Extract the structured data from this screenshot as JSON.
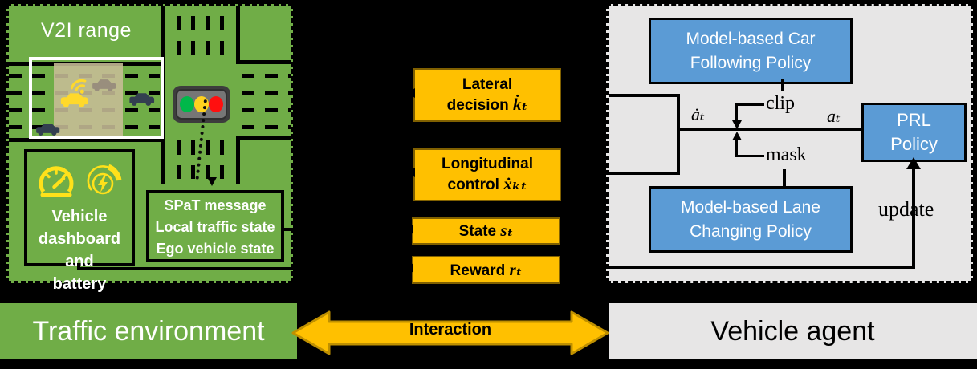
{
  "colors": {
    "panel_green": "#70ad47",
    "panel_gray": "#e7e6e6",
    "signal_gold": "#ffc000",
    "gold_border": "#806000",
    "arrow_stroke": "#bf9000",
    "policy_blue": "#5b9bd5",
    "ego_yellow": "#ffd92b",
    "car_dark": "#333f50",
    "icon_yellow": "#ffe11a",
    "zone_tan": "#c7bd96",
    "light_green": "#00b84a",
    "light_yellow": "#ffd21f",
    "light_red": "#ff0f0f"
  },
  "env": {
    "v2i_label": "V2I range",
    "dashboard": {
      "line1": "Vehicle",
      "line2": "dashboard and",
      "line3": "battery"
    },
    "spat": {
      "line1": "SPaT message",
      "line2": "Local traffic state",
      "line3": "Ego vehicle state"
    }
  },
  "signals": {
    "lateral": {
      "line1": "Lateral",
      "line2": "decision",
      "math": "k̇ₜ"
    },
    "longitudinal": {
      "line1": "Longitudinal",
      "line2": "control",
      "math": "ẋₖₜ"
    },
    "state": {
      "label": "State",
      "math": "sₜ"
    },
    "reward": {
      "label": "Reward",
      "math": "rₜ"
    }
  },
  "agent": {
    "car_following": {
      "line1": "Model-based Car",
      "line2": "Following Policy"
    },
    "lane_changing": {
      "line1": "Model-based Lane",
      "line2": "Changing Policy"
    },
    "prl": {
      "line1": "PRL",
      "line2": "Policy"
    },
    "clip": "clip",
    "mask": "mask",
    "update": "update",
    "action_in": "ȧₜ",
    "action_out": "aₜ"
  },
  "footer": {
    "environment": "Traffic environment",
    "interaction": "Interaction",
    "agent": "Vehicle agent"
  }
}
